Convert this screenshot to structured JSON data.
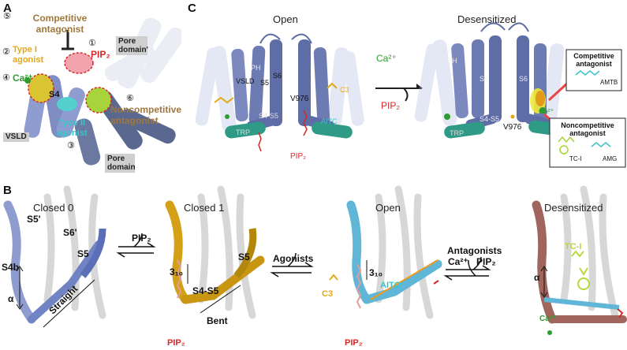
{
  "colors": {
    "vsld": "#8e9ccf",
    "pore": "#5a678f",
    "trp": "#2f9a86",
    "pip2": "#d62828",
    "competitive": "#b8864b",
    "type1": "#e3a817",
    "calcium": "#2e9b2e",
    "type2": "#3cc3c8",
    "closed1": "#d4a017",
    "open": "#5fb6d6",
    "desensitized": "#a0655c"
  },
  "panel_a": {
    "letter": "A",
    "sites": [
      {
        "num": "⑤",
        "label": "Competitive antagonist"
      },
      {
        "num": "①",
        "label": "PIP₂"
      },
      {
        "num": "②",
        "label": "Type I agonist"
      },
      {
        "num": "④",
        "label": "Ca²⁺"
      },
      {
        "num": "③",
        "label": "Type II agonist"
      },
      {
        "num": "⑥",
        "label": "Noncompetitive antagonist"
      }
    ],
    "pore_domain_prime": "Pore domain'",
    "s4": "S4",
    "vsld": "VSLD",
    "pore_domain": "Pore domain"
  },
  "panel_c": {
    "letter": "C",
    "open_title": "Open",
    "desensitized_title": "Desensitized",
    "open_labels": {
      "vsld": "VSLD",
      "s5": "S5",
      "s6": "S6",
      "ph": "PH",
      "v976": "V976",
      "s4s5": "S4-S5",
      "trp": "TRP",
      "aitc": "AITC",
      "c3": "C3",
      "pip2": "PIP₂"
    },
    "des_labels": {
      "ph": "PH",
      "s5": "S5",
      "s6": "S6",
      "s4s5": "S4-S5",
      "trp": "TRP",
      "v976": "V976",
      "ca": "Ca²⁺"
    },
    "arrow_ca": "Ca²⁺",
    "arrow_pip2": "PIP₂",
    "competitive_box": {
      "title": "Competitive antagonist",
      "compound": "AMTB"
    },
    "noncompetitive_box": {
      "title": "Noncompetitive antagonist",
      "compounds": [
        "TC-I",
        "AMG"
      ]
    }
  },
  "panel_b": {
    "letter": "B",
    "closed0": {
      "title": "Closed 0",
      "s5p": "S5'",
      "s6p": "S6'",
      "s5": "S5",
      "s4b": "S4b",
      "alpha": "α",
      "straight": "Straight"
    },
    "arrow1": "PIP₂",
    "closed1": {
      "title": "Closed 1",
      "three10": "3₁₀",
      "s5": "S5",
      "s4s5": "S4-S5",
      "bent": "Bent",
      "pip2": "PIP₂"
    },
    "arrow2": "Agonists",
    "open": {
      "title": "Open",
      "three10": "3₁₀",
      "aitc": "AITC",
      "c3": "C3",
      "pip2": "PIP₂"
    },
    "arrow3": {
      "line1": "Antagonists",
      "ca": "Ca²⁺",
      "pip2": "PIP₂"
    },
    "desensitized": {
      "title": "Desensitized",
      "tci": "TC-I",
      "alpha": "α",
      "ca": "Ca²⁺"
    }
  }
}
